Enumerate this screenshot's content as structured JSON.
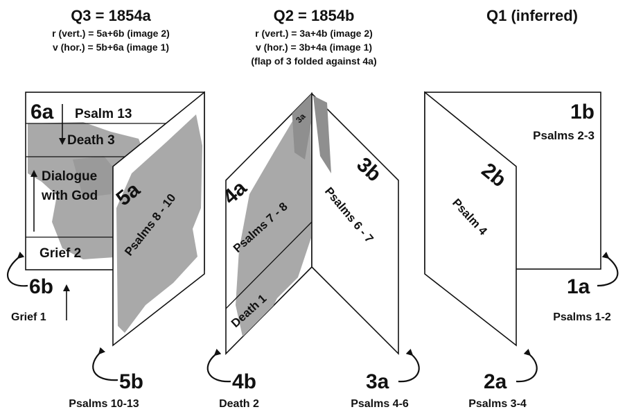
{
  "colors": {
    "ink": "#111111",
    "paper": "#ffffff",
    "fragment": "#a9a9a9",
    "fragment_dark": "#8f8f8f"
  },
  "q3": {
    "title": "Q3 = 1854a",
    "line1": "r (vert.) = 5a+6b (image 2)",
    "line2": "v (hor.) = 5b+6a (image 1)",
    "page_6a": "6a",
    "psalm13": "Psalm 13",
    "death3": "Death 3",
    "dialogue_line1": "Dialogue",
    "dialogue_line2": "with God",
    "grief2": "Grief 2",
    "page_5a": "5a",
    "psalms_8_10": "Psalms 8 - 10",
    "page_6b": "6b",
    "grief1": "Grief 1",
    "page_5b": "5b",
    "psalms_10_13": "Psalms 10-13"
  },
  "q2": {
    "title": "Q2 = 1854b",
    "line1": "r (vert.) = 3a+4b (image 2)",
    "line2": "v (hor.) = 3b+4a (image 1)",
    "line3": "(flap of 3 folded against 4a)",
    "page_4a": "4a",
    "psalms_7_8": "Psalms 7 - 8",
    "death1": "Death 1",
    "flap_3a": "3a",
    "page_3b": "3b",
    "psalms_6_7": "Psalms 6 - 7",
    "page_4b": "4b",
    "death2": "Death 2",
    "page_3a": "3a",
    "psalms_4_6": "Psalms 4-6"
  },
  "q1": {
    "title": "Q1 (inferred)",
    "page_1b": "1b",
    "psalms_2_3": "Psalms 2-3",
    "page_2b": "2b",
    "psalm4": "Psalm 4",
    "page_1a": "1a",
    "psalms_1_2": "Psalms 1-2",
    "page_2a": "2a",
    "psalms_3_4": "Psalms 3-4"
  }
}
